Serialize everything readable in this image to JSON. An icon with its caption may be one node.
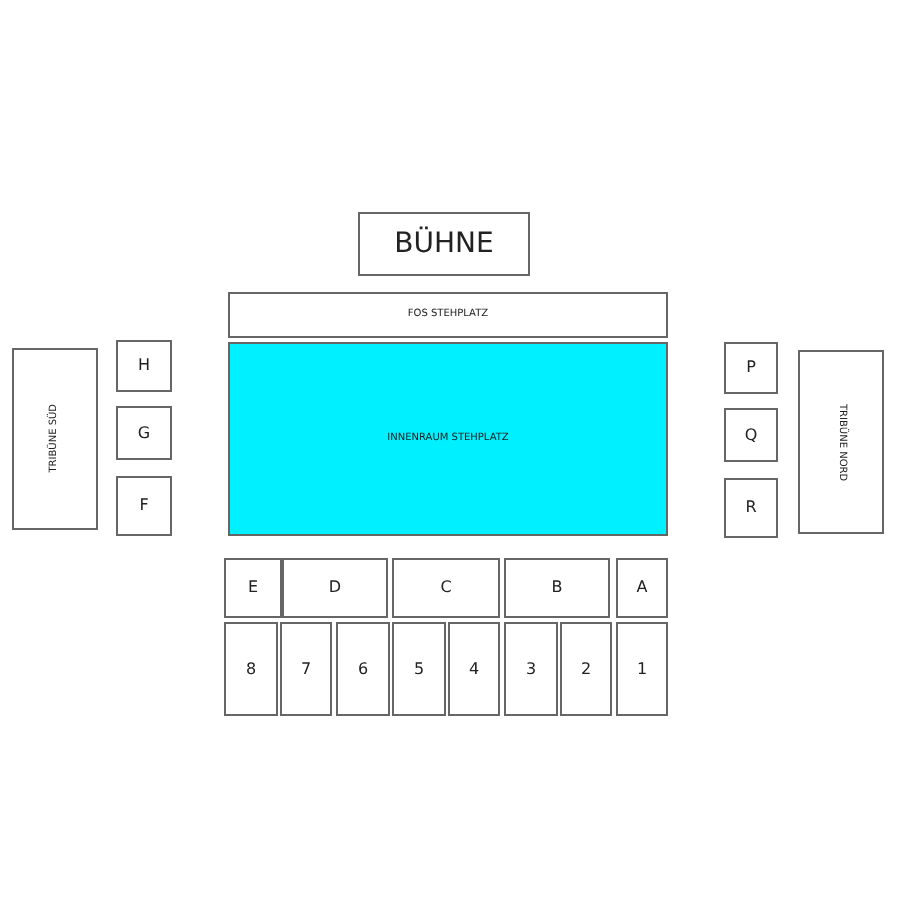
{
  "diagram": {
    "nodes": [
      {
        "text": [
          "BÜHNE"
        ]
      },
      {
        "text": [
          "FOS STEHPLATZ"
        ]
      },
      {
        "text": [
          "TRIBÜNE SÜD"
        ]
      },
      {
        "text": [
          "H"
        ]
      },
      {
        "text": [
          "INNENRAUM STEHPLATZ"
        ]
      },
      {
        "text": [
          "P"
        ]
      },
      {
        "text": [
          "TRIBÜNE NORD"
        ]
      },
      {
        "text": [
          "G"
        ]
      },
      {
        "text": [
          "Q"
        ]
      },
      {
        "text": [
          "F"
        ]
      },
      {
        "text": [
          "R"
        ]
      },
      {
        "text": [
          "E"
        ]
      },
      {
        "text": [
          "D"
        ]
      },
      {
        "text": [
          "C"
        ]
      },
      {
        "text": [
          "B"
        ]
      },
      {
        "text": [
          "A"
        ]
      },
      {
        "text": [
          "8"
        ]
      },
      {
        "text": [
          "7"
        ]
      },
      {
        "text": [
          "6"
        ]
      },
      {
        "text": [
          "5"
        ]
      },
      {
        "text": [
          "4"
        ]
      },
      {
        "text": [
          "3"
        ]
      },
      {
        "text": [
          "2"
        ]
      },
      {
        "text": [
          "1"
        ]
      }
    ]
  }
}
